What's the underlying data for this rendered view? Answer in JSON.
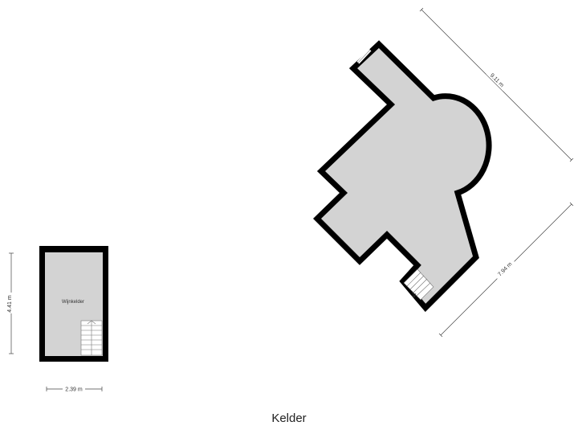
{
  "floor": {
    "title": "Kelder"
  },
  "rooms": [
    {
      "label": "Wijnkelder"
    }
  ],
  "dimensions": {
    "small_height": "4.41 m",
    "small_width": "2.39 m",
    "large_top": "9.11 m",
    "large_right": "7.94 m"
  },
  "colors": {
    "wall": "#000000",
    "floor": "#d3d3d3",
    "dimension_line": "#444444"
  },
  "icons": [
    "staircase-icon",
    "window-icon"
  ]
}
